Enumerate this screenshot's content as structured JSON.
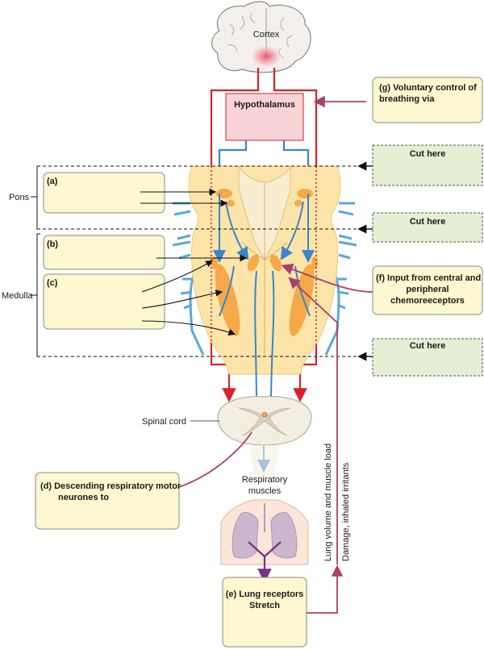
{
  "labels": {
    "cortex": "Cortex",
    "hypothalamus": "Hypothalamus",
    "pons": "Pons",
    "medulla": "Medulla",
    "spinal_cord": "Spinal cord",
    "respiratory_muscles_1": "Respiratory",
    "respiratory_muscles_2": "muscles",
    "lung_volume": "Lung volume and muscle load",
    "damage": "Damage, inhaled irritants"
  },
  "boxes": {
    "a": "(a)",
    "b": "(b)",
    "c": "(c)",
    "d_line1": "(d) Descending respiratory motor",
    "d_line2": "neurones to",
    "e_line1": "(e) Lung receptors",
    "e_line2": "Stretch",
    "f_line1": "(f) Input from central and",
    "f_line2": "peripheral",
    "f_line3": "chemoreeceptors",
    "g_line1": "(g) Voluntary control of",
    "g_line2": "breathing via"
  },
  "cuts": [
    "Cut here",
    "Cut here",
    "Cut here"
  ],
  "colors": {
    "answer_box_fill": "#fdf8cf",
    "cut_box_fill": "#e4efd3",
    "hypothalamus_fill": "#f8d3d6",
    "brainstem_fill": "#fde4a9",
    "nucleus_fill": "#f5a94a",
    "red_pathway": "#d8222a",
    "blue_pathway": "#3a86c8",
    "afferent_line": "#a8406b",
    "spinal_cord_fill": "#f2eee2"
  }
}
